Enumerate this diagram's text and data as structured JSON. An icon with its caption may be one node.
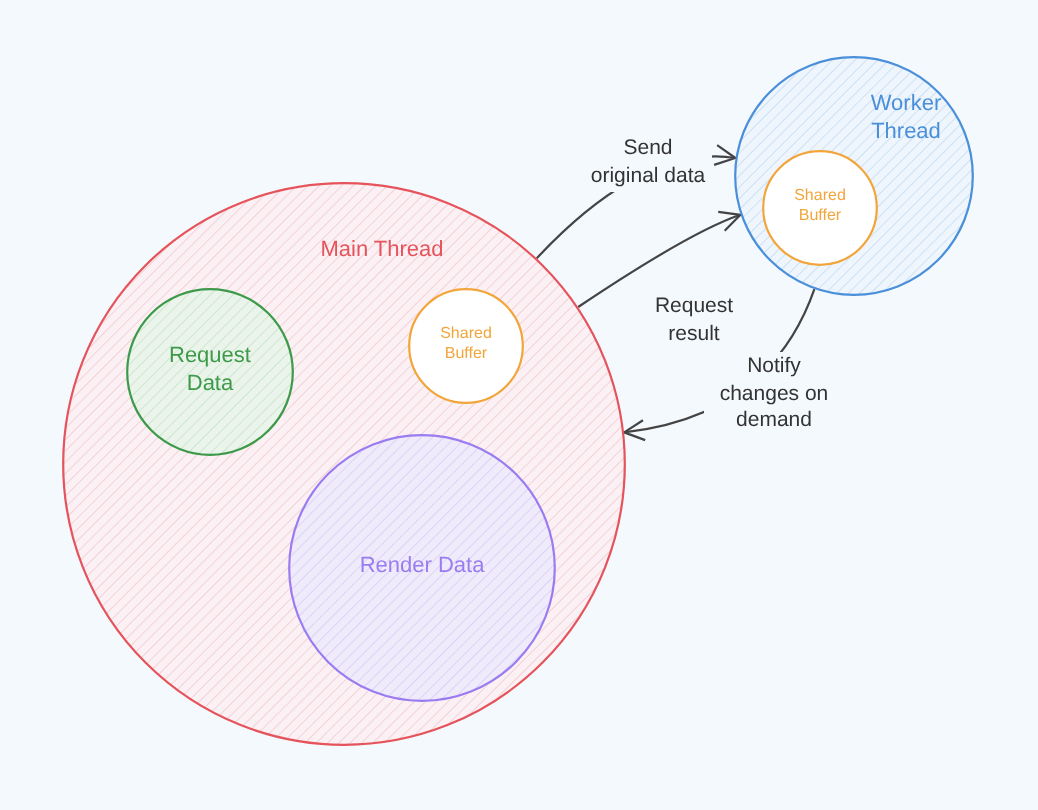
{
  "diagram": {
    "nodes": [
      {
        "text": [
          "Main Thread"
        ]
      },
      {
        "text": [
          "Request Data"
        ],
        "in": 0
      },
      {
        "text": [
          "Shared Buffer"
        ],
        "in": 0
      },
      {
        "text": [
          "Render Data"
        ],
        "in": 0
      },
      {
        "text": [
          "Worker Thread"
        ]
      },
      {
        "text": [
          "Shared Buffer"
        ],
        "in": 4
      }
    ],
    "edges": [
      {
        "from": 0,
        "to": 4,
        "arrow": "to",
        "label": "Send original data"
      },
      {
        "from": 0,
        "to": 4,
        "arrow": "to",
        "label": "Request result"
      },
      {
        "from": 4,
        "to": 0,
        "arrow": "to",
        "label": "Notify changes on demand"
      }
    ]
  }
}
